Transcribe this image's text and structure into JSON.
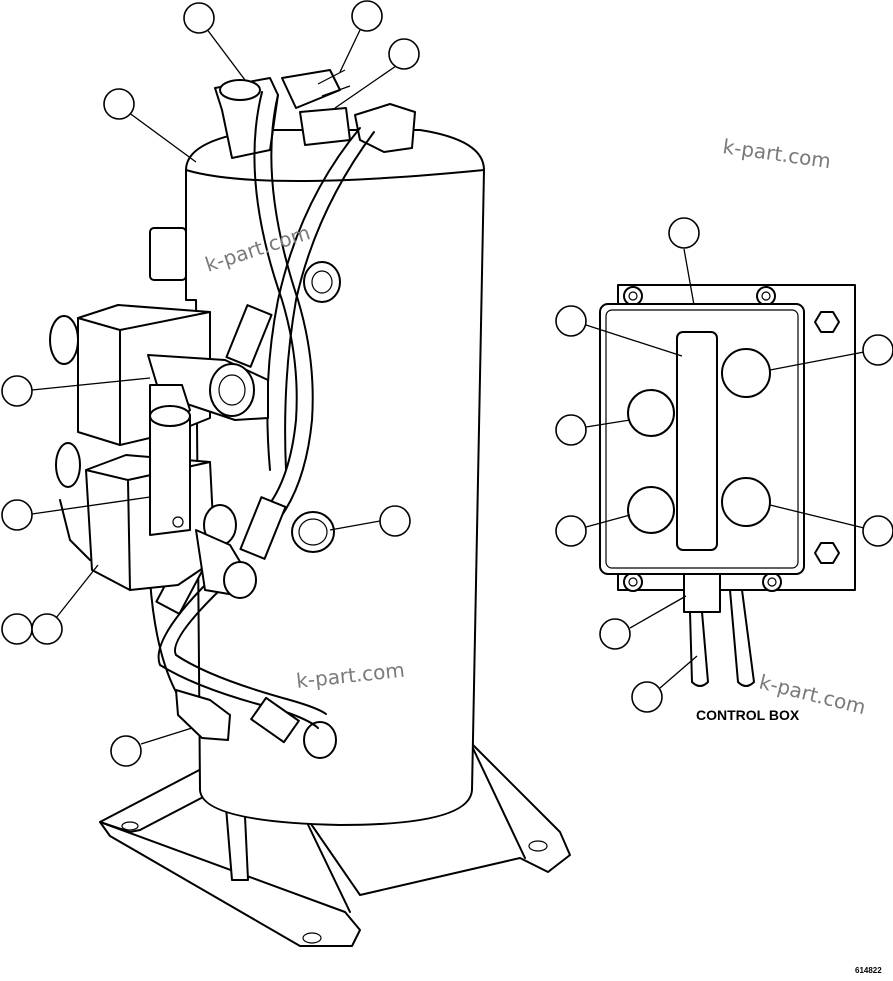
{
  "diagram": {
    "caption_control_box": "CONTROL BOX",
    "figure_number": "614822",
    "watermarks": [
      "k-part.com",
      "k-part.com",
      "k-part.com",
      "k-part.com"
    ]
  }
}
